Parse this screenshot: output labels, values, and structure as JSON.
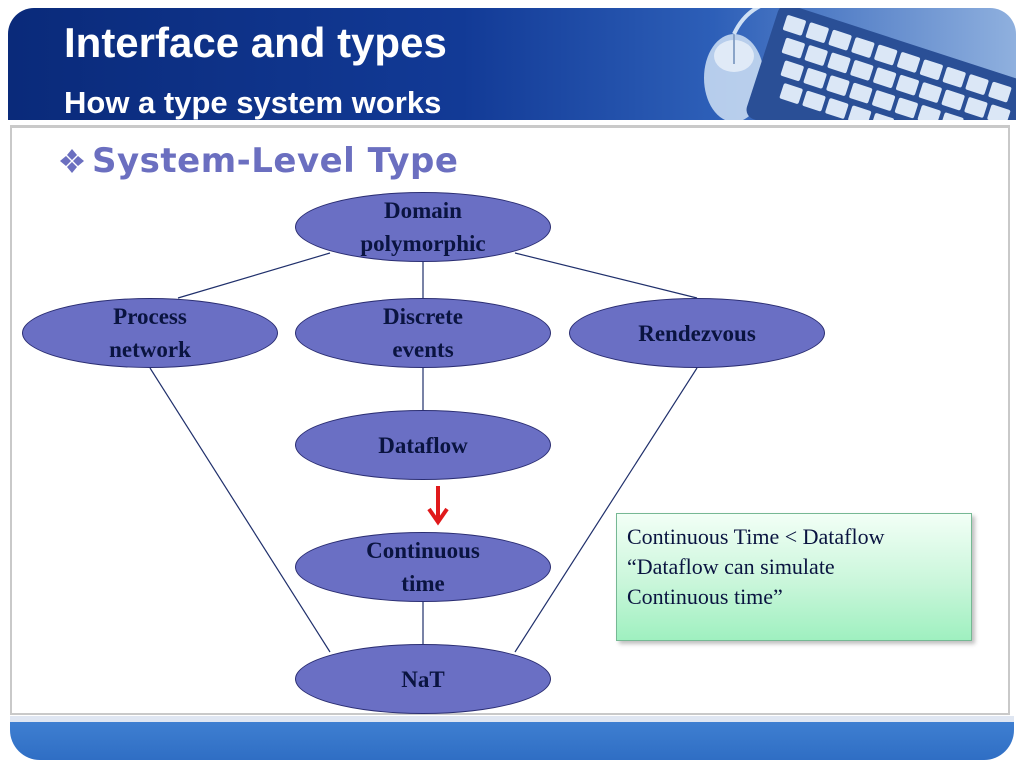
{
  "header": {
    "title": "Interface and types",
    "subtitle": "How a type system works",
    "art_icons": [
      "keyboard-icon",
      "mouse-icon"
    ]
  },
  "content": {
    "bullet_icon": "diamond-bullet-icon",
    "bullet_text": "System-Level Type"
  },
  "diagram": {
    "nodes": {
      "domain_polymorphic": [
        "Domain",
        "polymorphic"
      ],
      "process_network": [
        "Process",
        "network"
      ],
      "discrete_events": [
        "Discrete",
        "events"
      ],
      "rendezvous": [
        "Rendezvous"
      ],
      "dataflow": [
        "Dataflow"
      ],
      "continuous_time": [
        "Continuous",
        "time"
      ],
      "nat": [
        "NaT"
      ]
    },
    "edges": [
      [
        "domain_polymorphic",
        "process_network"
      ],
      [
        "domain_polymorphic",
        "discrete_events"
      ],
      [
        "domain_polymorphic",
        "rendezvous"
      ],
      [
        "discrete_events",
        "dataflow"
      ],
      [
        "dataflow",
        "continuous_time"
      ],
      [
        "continuous_time",
        "nat"
      ],
      [
        "process_network",
        "nat"
      ],
      [
        "rendezvous",
        "nat"
      ]
    ],
    "arrow_color": "#e0191b",
    "node_fill": "#6a6fc4",
    "node_text_color": "#0a1440"
  },
  "note": {
    "line1": "Continuous Time < Dataflow",
    "line2": "“Dataflow can simulate",
    "line3": "Continuous time”"
  },
  "colors": {
    "header_dark": "#0a2a7a",
    "footer_blue": "#2f6ec4",
    "bullet_text": "#6b6fc0"
  }
}
